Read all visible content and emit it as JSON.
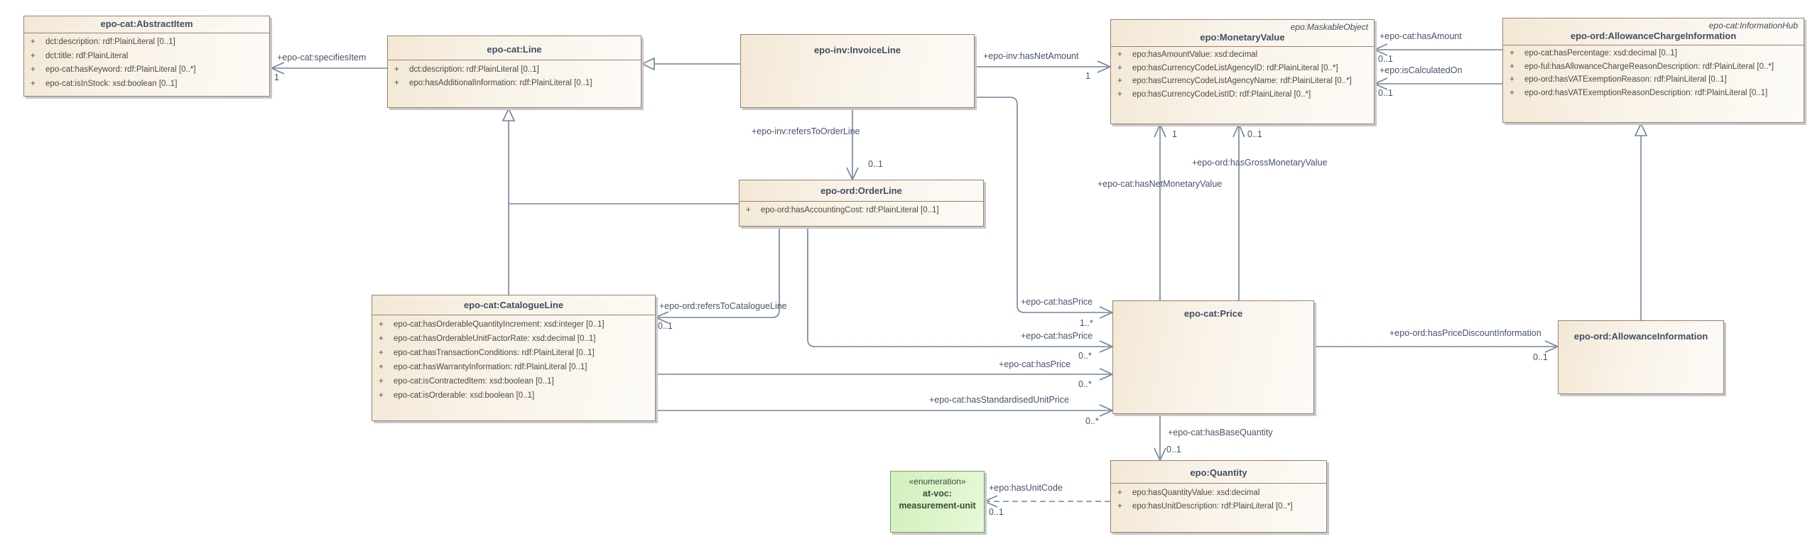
{
  "diagram": {
    "visibility_symbol": "+",
    "classes": {
      "abstract_item": {
        "title": "epo-cat:AbstractItem",
        "attributes": [
          "dct:description: rdf:PlainLiteral [0..1]",
          "dct:title: rdf:PlainLiteral",
          "epo-cat:hasKeyword: rdf:PlainLiteral [0..*]",
          "epo-cat:isInStock: xsd:boolean [0..1]"
        ]
      },
      "line": {
        "title": "epo-cat:Line",
        "attributes": [
          "dct:description: rdf:PlainLiteral [0..1]",
          "epo:hasAdditionalInformation: rdf:PlainLiteral [0..1]"
        ]
      },
      "invoice_line": {
        "title": "epo-inv:InvoiceLine"
      },
      "monetary_value": {
        "stereotype": "epo:MaskableObject",
        "title": "epo:MonetaryValue",
        "attributes": [
          "epo:hasAmountValue: xsd:decimal",
          "epo:hasCurrencyCodeListAgencyID: rdf:PlainLiteral [0..*]",
          "epo:hasCurrencyCodeListAgencyName: rdf:PlainLiteral [0..*]",
          "epo:hasCurrencyCodeListID: rdf:PlainLiteral [0..*]"
        ]
      },
      "allowance_charge_information": {
        "stereotype": "epo-cat:InformationHub",
        "title": "epo-ord:AllowanceChargeInformation",
        "attributes": [
          "epo-cat:hasPercentage: xsd:decimal [0..1]",
          "epo-ful:hasAllowanceChargeReasonDescription: rdf:PlainLiteral [0..*]",
          "epo-ord:hasVATExemptionReason: rdf:PlainLiteral [0..1]",
          "epo-ord:hasVATExemptionReasonDescription: rdf:PlainLiteral [0..1]"
        ]
      },
      "order_line": {
        "title": "epo-ord:OrderLine",
        "attributes": [
          "epo-ord:hasAccountingCost: rdf:PlainLiteral [0..1]"
        ]
      },
      "catalogue_line": {
        "title": "epo-cat:CatalogueLine",
        "attributes": [
          "epo-cat:hasOrderableQuantityIncrement: xsd:integer [0..1]",
          "epo-cat:hasOrderableUnitFactorRate: xsd:decimal [0..1]",
          "epo-cat:hasTransactionConditions: rdf:PlainLiteral [0..1]",
          "epo-cat:hasWarrantyInformation: rdf:PlainLiteral [0..1]",
          "epo-cat:isContractedItem: xsd:boolean [0..1]",
          "epo-cat:isOrderable: xsd:boolean [0..1]"
        ]
      },
      "price": {
        "title": "epo-cat:Price"
      },
      "allowance_information": {
        "title": "epo-ord:AllowanceInformation"
      },
      "quantity": {
        "title": "epo:Quantity",
        "attributes": [
          "epo:hasQuantityValue: xsd:decimal",
          "epo:hasUnitDescription: rdf:PlainLiteral [0..*]"
        ]
      },
      "measurement_unit": {
        "stereotype": "«enumeration»",
        "title_line1": "at-voc:",
        "title_line2": "measurement-unit"
      }
    },
    "connectors": {
      "specifies_item": {
        "label": "+epo-cat:specifiesItem",
        "multiplicity": "1"
      },
      "refers_to_order_line": {
        "label": "+epo-inv:refersToOrderLine",
        "multiplicity": "0..1"
      },
      "has_net_amount": {
        "label": "+epo-inv:hasNetAmount",
        "multiplicity": "1"
      },
      "has_amount": {
        "label": "+epo-cat:hasAmount",
        "multiplicity": "0..1"
      },
      "is_calculated_on": {
        "label": "+epo:isCalculatedOn",
        "multiplicity": "0..1"
      },
      "has_net_monetary_value": {
        "label": "+epo-cat:hasNetMonetaryValue",
        "multiplicity": "1"
      },
      "has_gross_monetary_value": {
        "label": "+epo-ord:hasGrossMonetaryValue",
        "multiplicity": "0..1"
      },
      "refers_to_catalogue_line": {
        "label": "+epo-ord:refersToCatalogueLine",
        "multiplicity": "0..1"
      },
      "has_price_invoice": {
        "label": "+epo-cat:hasPrice",
        "multiplicity": "1..*"
      },
      "has_price_order": {
        "label": "+epo-cat:hasPrice",
        "multiplicity": "0..*"
      },
      "has_price_catalogue": {
        "label": "+epo-cat:hasPrice",
        "multiplicity": "0..*"
      },
      "has_standardised_unit_price": {
        "label": "+epo-cat:hasStandardisedUnitPrice",
        "multiplicity": "0..*"
      },
      "has_price_discount_information": {
        "label": "+epo-ord:hasPriceDiscountInformation",
        "multiplicity": "0..1"
      },
      "has_base_quantity": {
        "label": "+epo-cat:hasBaseQuantity",
        "multiplicity": "0..1"
      },
      "has_unit_code": {
        "label": "+epo:hasUnitCode",
        "multiplicity": "0..1"
      }
    }
  }
}
